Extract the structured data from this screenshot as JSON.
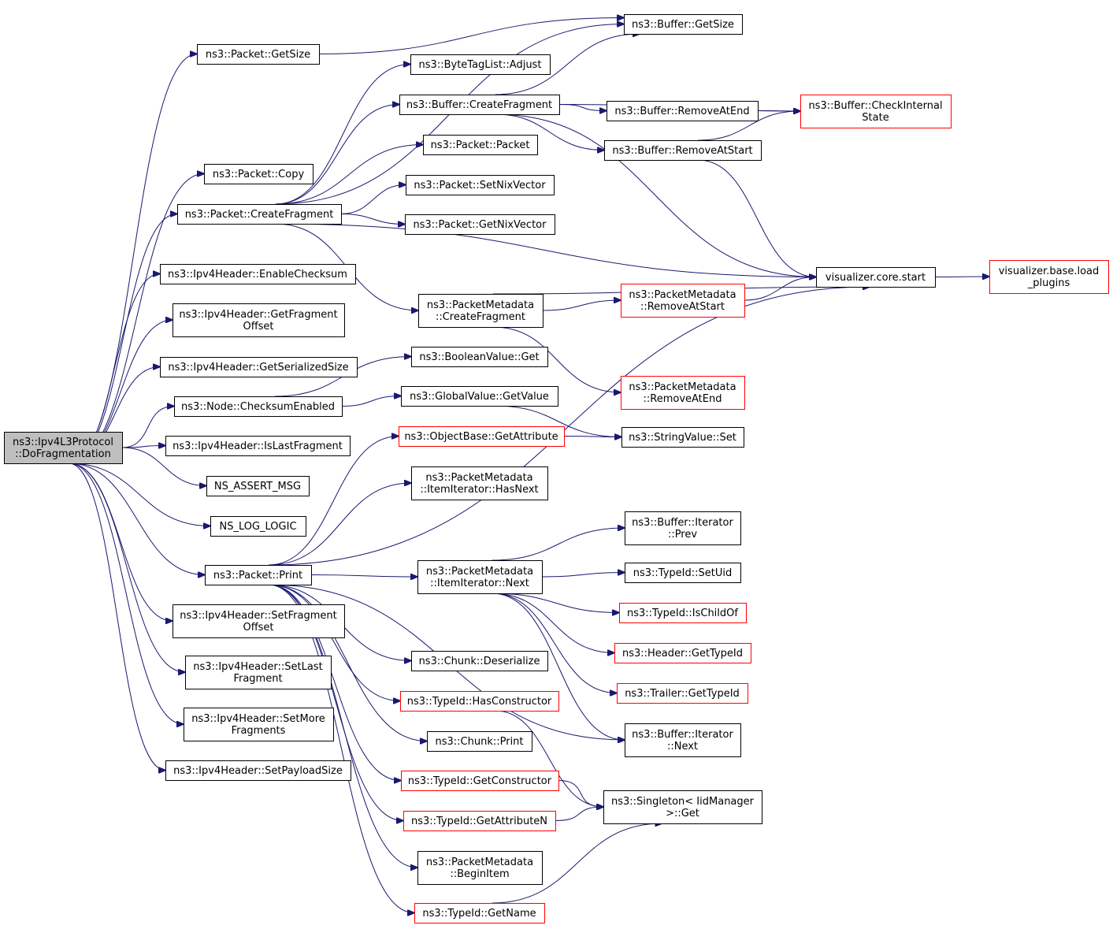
{
  "graph": {
    "colors": {
      "edge": "#191970",
      "node_border": "#000000",
      "truncated_border": "#ff0000",
      "root_fill": "#bfbfbf"
    },
    "nodes": [
      {
        "id": "root",
        "lines": [
          "ns3::Ipv4L3Protocol",
          "::DoFragmentation"
        ],
        "style": "root"
      },
      {
        "id": "pkt_getsize",
        "lines": [
          "ns3::Packet::GetSize"
        ],
        "style": "normal"
      },
      {
        "id": "pkt_copy",
        "lines": [
          "ns3::Packet::Copy"
        ],
        "style": "normal"
      },
      {
        "id": "pkt_createfrag",
        "lines": [
          "ns3::Packet::CreateFragment"
        ],
        "style": "normal"
      },
      {
        "id": "h_enablecs",
        "lines": [
          "ns3::Ipv4Header::EnableChecksum"
        ],
        "style": "normal"
      },
      {
        "id": "h_getfragoff",
        "lines": [
          "ns3::Ipv4Header::GetFragment",
          "Offset"
        ],
        "style": "normal"
      },
      {
        "id": "h_getsersize",
        "lines": [
          "ns3::Ipv4Header::GetSerializedSize"
        ],
        "style": "normal"
      },
      {
        "id": "node_csenabled",
        "lines": [
          "ns3::Node::ChecksumEnabled"
        ],
        "style": "normal"
      },
      {
        "id": "h_islastfrag",
        "lines": [
          "ns3::Ipv4Header::IsLastFragment"
        ],
        "style": "normal"
      },
      {
        "id": "ns_assert",
        "lines": [
          "NS_ASSERT_MSG"
        ],
        "style": "normal"
      },
      {
        "id": "ns_log",
        "lines": [
          "NS_LOG_LOGIC"
        ],
        "style": "normal"
      },
      {
        "id": "pkt_print",
        "lines": [
          "ns3::Packet::Print"
        ],
        "style": "normal"
      },
      {
        "id": "h_setfragoff",
        "lines": [
          "ns3::Ipv4Header::SetFragment",
          "Offset"
        ],
        "style": "normal"
      },
      {
        "id": "h_setlastfrag",
        "lines": [
          "ns3::Ipv4Header::SetLast",
          "Fragment"
        ],
        "style": "normal"
      },
      {
        "id": "h_setmorefrag",
        "lines": [
          "ns3::Ipv4Header::SetMore",
          "Fragments"
        ],
        "style": "normal"
      },
      {
        "id": "h_setpayload",
        "lines": [
          "ns3::Ipv4Header::SetPayloadSize"
        ],
        "style": "normal"
      },
      {
        "id": "buf_getsize",
        "lines": [
          "ns3::Buffer::GetSize"
        ],
        "style": "normal"
      },
      {
        "id": "btl_adjust",
        "lines": [
          "ns3::ByteTagList::Adjust"
        ],
        "style": "normal"
      },
      {
        "id": "buf_createfrag",
        "lines": [
          "ns3::Buffer::CreateFragment"
        ],
        "style": "normal"
      },
      {
        "id": "pkt_packet",
        "lines": [
          "ns3::Packet::Packet"
        ],
        "style": "normal"
      },
      {
        "id": "pkt_setnix",
        "lines": [
          "ns3::Packet::SetNixVector"
        ],
        "style": "normal"
      },
      {
        "id": "pkt_getnix",
        "lines": [
          "ns3::Packet::GetNixVector"
        ],
        "style": "normal"
      },
      {
        "id": "pm_createfrag",
        "lines": [
          "ns3::PacketMetadata",
          "::CreateFragment"
        ],
        "style": "normal"
      },
      {
        "id": "bool_get",
        "lines": [
          "ns3::BooleanValue::Get"
        ],
        "style": "normal"
      },
      {
        "id": "gv_getvalue",
        "lines": [
          "ns3::GlobalValue::GetValue"
        ],
        "style": "normal"
      },
      {
        "id": "ob_getattr",
        "lines": [
          "ns3::ObjectBase::GetAttribute"
        ],
        "style": "red"
      },
      {
        "id": "pmii_hasnext",
        "lines": [
          "ns3::PacketMetadata",
          "::ItemIterator::HasNext"
        ],
        "style": "normal"
      },
      {
        "id": "pmii_next",
        "lines": [
          "ns3::PacketMetadata",
          "::ItemIterator::Next"
        ],
        "style": "normal"
      },
      {
        "id": "chunk_deser",
        "lines": [
          "ns3::Chunk::Deserialize"
        ],
        "style": "normal"
      },
      {
        "id": "tid_hasctor",
        "lines": [
          "ns3::TypeId::HasConstructor"
        ],
        "style": "red"
      },
      {
        "id": "chunk_print",
        "lines": [
          "ns3::Chunk::Print"
        ],
        "style": "normal"
      },
      {
        "id": "tid_getctor",
        "lines": [
          "ns3::TypeId::GetConstructor"
        ],
        "style": "red"
      },
      {
        "id": "tid_getattrn",
        "lines": [
          "ns3::TypeId::GetAttributeN"
        ],
        "style": "red"
      },
      {
        "id": "pm_beginitem",
        "lines": [
          "ns3::PacketMetadata",
          "::BeginItem"
        ],
        "style": "normal"
      },
      {
        "id": "tid_getname",
        "lines": [
          "ns3::TypeId::GetName"
        ],
        "style": "red"
      },
      {
        "id": "buf_removeatend",
        "lines": [
          "ns3::Buffer::RemoveAtEnd"
        ],
        "style": "normal"
      },
      {
        "id": "buf_removeatstart",
        "lines": [
          "ns3::Buffer::RemoveAtStart"
        ],
        "style": "normal"
      },
      {
        "id": "buf_checkinternal",
        "lines": [
          "ns3::Buffer::CheckInternal",
          "State"
        ],
        "style": "red"
      },
      {
        "id": "viz_core_start",
        "lines": [
          "visualizer.core.start"
        ],
        "style": "normal"
      },
      {
        "id": "viz_load_plugins",
        "lines": [
          "visualizer.base.load",
          "_plugins"
        ],
        "style": "red"
      },
      {
        "id": "pm_removeatstart",
        "lines": [
          "ns3::PacketMetadata",
          "::RemoveAtStart"
        ],
        "style": "red"
      },
      {
        "id": "pm_removeatend",
        "lines": [
          "ns3::PacketMetadata",
          "::RemoveAtEnd"
        ],
        "style": "red"
      },
      {
        "id": "sv_set",
        "lines": [
          "ns3::StringValue::Set"
        ],
        "style": "normal"
      },
      {
        "id": "bi_prev",
        "lines": [
          "ns3::Buffer::Iterator",
          "::Prev"
        ],
        "style": "normal"
      },
      {
        "id": "tid_setuid",
        "lines": [
          "ns3::TypeId::SetUid"
        ],
        "style": "normal"
      },
      {
        "id": "tid_ischildof",
        "lines": [
          "ns3::TypeId::IsChildOf"
        ],
        "style": "red"
      },
      {
        "id": "hdr_gettypeid",
        "lines": [
          "ns3::Header::GetTypeId"
        ],
        "style": "red"
      },
      {
        "id": "trl_gettypeid",
        "lines": [
          "ns3::Trailer::GetTypeId"
        ],
        "style": "red"
      },
      {
        "id": "bi_next",
        "lines": [
          "ns3::Buffer::Iterator",
          "::Next"
        ],
        "style": "normal"
      },
      {
        "id": "singleton_get",
        "lines": [
          "ns3::Singleton< IidManager",
          " >::Get"
        ],
        "style": "normal"
      }
    ],
    "edges": [
      [
        "root",
        "pkt_getsize"
      ],
      [
        "root",
        "pkt_copy"
      ],
      [
        "root",
        "pkt_createfrag"
      ],
      [
        "root",
        "h_enablecs"
      ],
      [
        "root",
        "h_getfragoff"
      ],
      [
        "root",
        "h_getsersize"
      ],
      [
        "root",
        "node_csenabled"
      ],
      [
        "root",
        "h_islastfrag"
      ],
      [
        "root",
        "ns_assert"
      ],
      [
        "root",
        "ns_log"
      ],
      [
        "root",
        "pkt_print"
      ],
      [
        "root",
        "h_setfragoff"
      ],
      [
        "root",
        "h_setlastfrag"
      ],
      [
        "root",
        "h_setmorefrag"
      ],
      [
        "root",
        "h_setpayload"
      ],
      [
        "pkt_getsize",
        "buf_getsize"
      ],
      [
        "pkt_createfrag",
        "buf_getsize"
      ],
      [
        "pkt_createfrag",
        "btl_adjust"
      ],
      [
        "pkt_createfrag",
        "buf_createfrag"
      ],
      [
        "pkt_createfrag",
        "pkt_packet"
      ],
      [
        "pkt_createfrag",
        "pkt_setnix"
      ],
      [
        "pkt_createfrag",
        "pkt_getnix"
      ],
      [
        "pkt_createfrag",
        "viz_core_start"
      ],
      [
        "pkt_createfrag",
        "pm_createfrag"
      ],
      [
        "buf_createfrag",
        "buf_getsize"
      ],
      [
        "buf_createfrag",
        "buf_checkinternal"
      ],
      [
        "buf_createfrag",
        "buf_removeatend"
      ],
      [
        "buf_createfrag",
        "buf_removeatstart"
      ],
      [
        "buf_createfrag",
        "viz_core_start"
      ],
      [
        "buf_removeatend",
        "buf_checkinternal"
      ],
      [
        "buf_removeatstart",
        "buf_checkinternal"
      ],
      [
        "buf_removeatstart",
        "viz_core_start"
      ],
      [
        "viz_core_start",
        "viz_load_plugins"
      ],
      [
        "pm_createfrag",
        "pm_removeatstart"
      ],
      [
        "pm_createfrag",
        "viz_core_start"
      ],
      [
        "pm_createfrag",
        "pm_removeatend"
      ],
      [
        "pm_removeatstart",
        "viz_core_start"
      ],
      [
        "node_csenabled",
        "bool_get"
      ],
      [
        "node_csenabled",
        "gv_getvalue"
      ],
      [
        "gv_getvalue",
        "sv_set"
      ],
      [
        "ob_getattr",
        "sv_set"
      ],
      [
        "pkt_print",
        "ob_getattr"
      ],
      [
        "pkt_print",
        "pmii_hasnext"
      ],
      [
        "pkt_print",
        "viz_core_start"
      ],
      [
        "pkt_print",
        "pmii_next"
      ],
      [
        "pkt_print",
        "bi_next"
      ],
      [
        "pkt_print",
        "chunk_deser"
      ],
      [
        "pkt_print",
        "tid_hasctor"
      ],
      [
        "pkt_print",
        "chunk_print"
      ],
      [
        "pkt_print",
        "tid_getctor"
      ],
      [
        "pkt_print",
        "tid_getattrn"
      ],
      [
        "pkt_print",
        "pm_beginitem"
      ],
      [
        "pkt_print",
        "tid_getname"
      ],
      [
        "pmii_next",
        "bi_prev"
      ],
      [
        "pmii_next",
        "tid_setuid"
      ],
      [
        "pmii_next",
        "tid_ischildof"
      ],
      [
        "pmii_next",
        "hdr_gettypeid"
      ],
      [
        "pmii_next",
        "trl_gettypeid"
      ],
      [
        "pmii_next",
        "bi_next"
      ],
      [
        "tid_hasctor",
        "singleton_get"
      ],
      [
        "tid_getctor",
        "singleton_get"
      ],
      [
        "tid_getattrn",
        "singleton_get"
      ],
      [
        "tid_getname",
        "singleton_get"
      ]
    ]
  }
}
